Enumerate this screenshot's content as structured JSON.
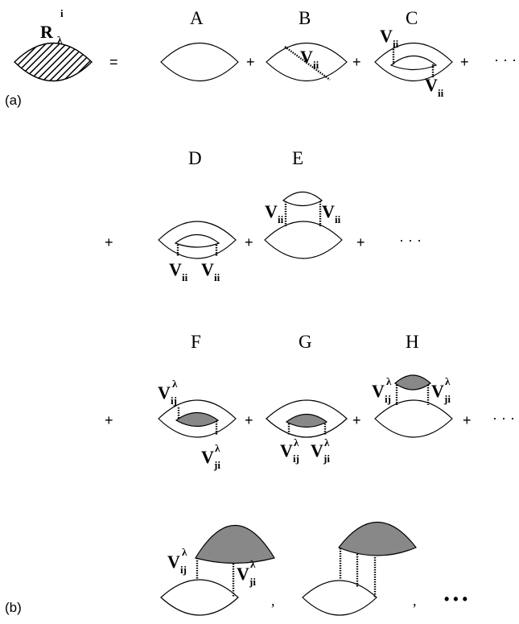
{
  "lhs": {
    "symbol": "R",
    "superscript": "i",
    "subscript": "λ",
    "equals": "="
  },
  "operators": {
    "plus": "+",
    "ellipsis": "· · ·",
    "comma": ",",
    "bold_ellipsis": "• • •"
  },
  "panels": {
    "a": "(a)",
    "b": "(b)"
  },
  "diagrams": {
    "A": {
      "letter": "A"
    },
    "B": {
      "letter": "B",
      "v": "V",
      "sub": "ii"
    },
    "C": {
      "letter": "C",
      "v1": "V",
      "sub1": "ii",
      "v2": "V",
      "sub2": "ii"
    },
    "D": {
      "letter": "D",
      "v1": "V",
      "sub1": "ii",
      "v2": "V",
      "sub2": "ii"
    },
    "E": {
      "letter": "E",
      "v1": "V",
      "sub1": "ii",
      "v2": "V",
      "sub2": "ii"
    },
    "F": {
      "letter": "F",
      "v1": "V",
      "sub1": "ij",
      "sup1": "λ",
      "v2": "V",
      "sub2": "ji",
      "sup2": "λ"
    },
    "G": {
      "letter": "G",
      "v1": "V",
      "sub1": "ij",
      "sup1": "λ",
      "v2": "V",
      "sub2": "ji",
      "sup2": "λ"
    },
    "H": {
      "letter": "H",
      "v1": "V",
      "sub1": "ij",
      "sup1": "λ",
      "v2": "V",
      "sub2": "ji",
      "sup2": "λ"
    },
    "B1": {
      "v1": "V",
      "sub1": "ij",
      "sup1": "λ",
      "v2": "V",
      "sub2": "ji",
      "sup2": "λ"
    }
  },
  "colors": {
    "shaded": "#888888",
    "line": "#000000"
  }
}
